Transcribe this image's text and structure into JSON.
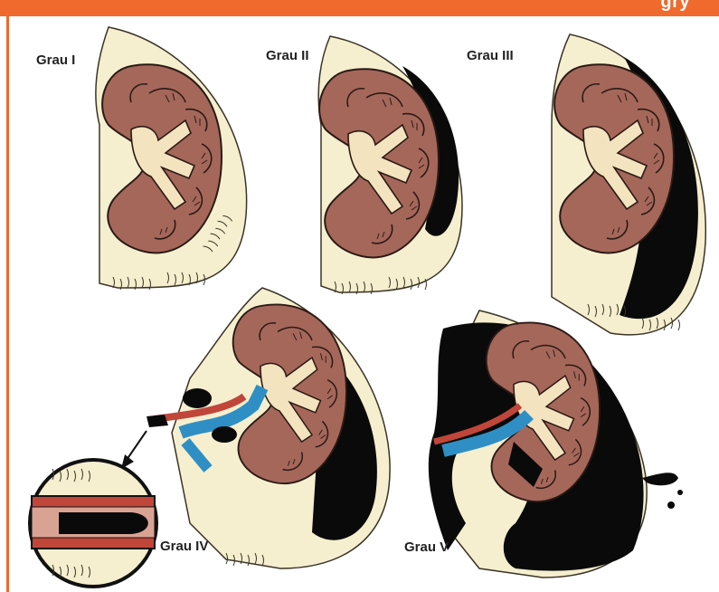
{
  "header": {
    "partial_text": "gry",
    "bar_color": "#ef6a2c"
  },
  "grades": [
    {
      "label": "Grau I"
    },
    {
      "label": "Grau II"
    },
    {
      "label": "Grau III"
    },
    {
      "label": "Grau IV"
    },
    {
      "label": "Grau V"
    }
  ],
  "colors": {
    "kidney": "#a5675a",
    "fat": "#f5efcf",
    "hematoma": "#0a0a0a",
    "pelvis": "#f3e3bf",
    "vein": "#2f8fc4",
    "artery": "#c0463a"
  }
}
